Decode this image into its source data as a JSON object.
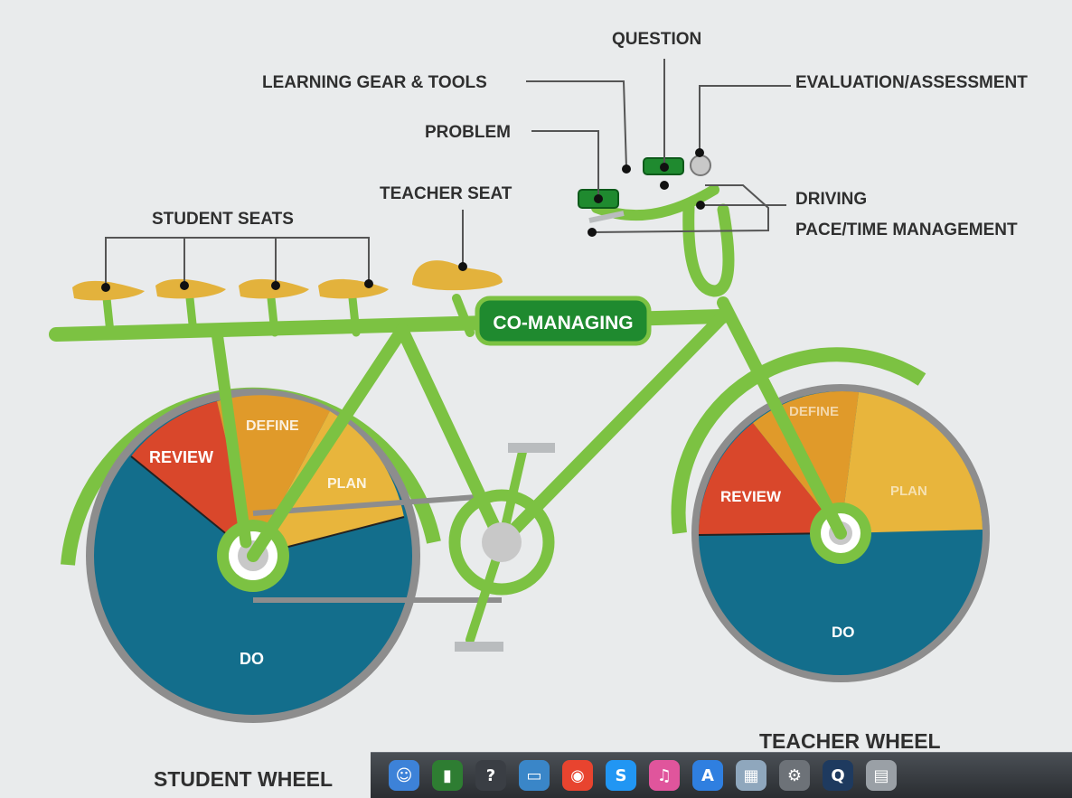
{
  "labels": {
    "question": "QUESTION",
    "learning_gear_tools": "LEARNING GEAR & TOOLS",
    "evaluation_assessment": "EVALUATION/ASSESSMENT",
    "problem": "PROBLEM",
    "teacher_seat": "TEACHER SEAT",
    "driving": "DRIVING",
    "pace_time_management": "PACE/TIME MANAGEMENT",
    "student_seats": "STUDENT SEATS",
    "co_managing": "CO-MANAGING",
    "student_wheel": "STUDENT WHEEL",
    "teacher_wheel": "TEACHER WHEEL"
  },
  "student_wheel_segments": {
    "review": "REVIEW",
    "define": "DEFINE",
    "plan": "PLAN",
    "do": "DO"
  },
  "teacher_wheel_segments": {
    "review": "REVIEW",
    "define": "DEFINE",
    "plan": "PLAN",
    "do": "DO"
  },
  "colors": {
    "frame_green": "#7cc242",
    "dark_green": "#1f8a2f",
    "seat_yellow": "#e3b23c",
    "review_red": "#d9472b",
    "define_orange": "#e09a2a",
    "plan_yellow": "#e8b53c",
    "do_blue": "#136e8c",
    "tire_gray": "#8d8d8d"
  },
  "dock": {
    "icons": [
      "finder-icon",
      "chart-icon",
      "help-icon",
      "display-icon",
      "chrome-icon",
      "skype-icon",
      "music-icon",
      "app-store-icon",
      "photos-icon",
      "preferences-icon",
      "quicktime-icon",
      "trash-icon"
    ]
  }
}
